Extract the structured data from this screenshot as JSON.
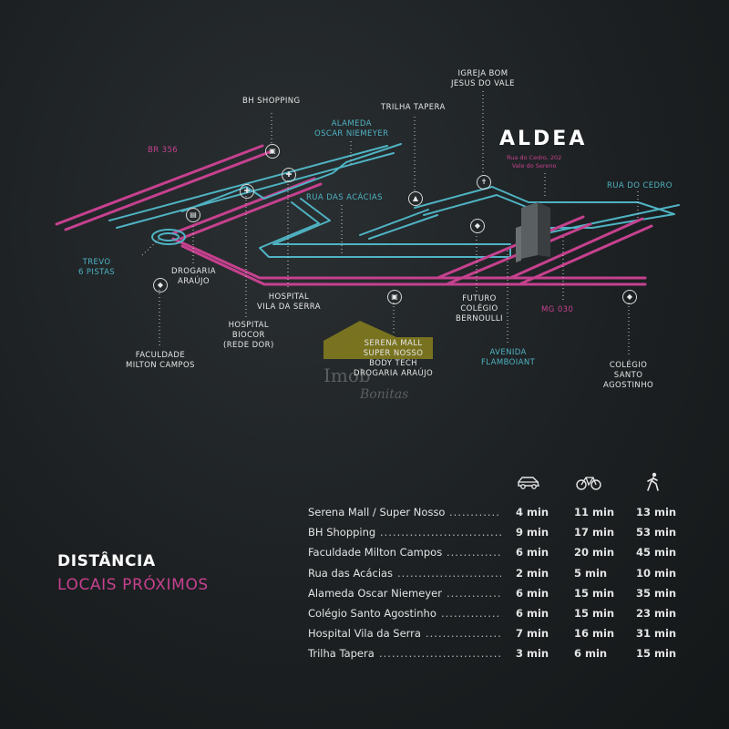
{
  "brand": {
    "name": "ALDEA",
    "address_line1": "Rua do Cedro, 202",
    "address_line2": "Vale do Sereno"
  },
  "map_labels": {
    "bh_shopping": "BH SHOPPING",
    "igreja_line1": "IGREJA BOM",
    "igreja_line2": "JESUS DO VALE",
    "trilha_tapera": "TRILHA TAPERA",
    "alameda_line1": "ALAMEDA",
    "alameda_line2": "OSCAR NIEMEYER",
    "br356": "BR 356",
    "rua_acacias": "RUA DAS ACÁCIAS",
    "rua_cedro": "RUA DO CEDRO",
    "trevo_line1": "TREVO",
    "trevo_line2": "6 PISTAS",
    "drogaria_line1": "DROGARIA",
    "drogaria_line2": "ARAÚJO",
    "hosp_vila_line1": "HOSPITAL",
    "hosp_vila_line2": "VILA DA SERRA",
    "futuro_line1": "FUTURO",
    "futuro_line2": "COLÉGIO",
    "futuro_line3": "BERNOULLI",
    "mg030": "MG 030",
    "hosp_biocor_line1": "HOSPITAL",
    "hosp_biocor_line2": "BIOCOR",
    "hosp_biocor_line3": "(REDE DOR)",
    "faculdade_line1": "FACULDADE",
    "faculdade_line2": "MILTON CAMPOS",
    "serena_line1": "SERENA MALL",
    "serena_line2": "SUPER NOSSO",
    "serena_line3": "BODY TECH",
    "serena_line4": "DROGARIA ARAÚJO",
    "avenida_line1": "AVENIDA",
    "avenida_line2": "FLAMBOIANT",
    "colegio_line1": "COLÉGIO",
    "colegio_line2": "SANTO",
    "colegio_line3": "AGOSTINHO"
  },
  "watermark": {
    "line1": "Imob",
    "line2": "Bonitas"
  },
  "section": {
    "title": "DISTÂNCIA",
    "subtitle": "LOCAIS PRÓXIMOS"
  },
  "modes": [
    {
      "icon": "car-icon"
    },
    {
      "icon": "bicycle-icon"
    },
    {
      "icon": "walking-icon"
    }
  ],
  "distances": [
    {
      "place": "Serena Mall / Super Nosso",
      "dots": "..............",
      "car": "4 min",
      "bike": "11 min",
      "walk": "13 min"
    },
    {
      "place": "BH Shopping",
      "dots": "......................................",
      "car": "9 min",
      "bike": "17 min",
      "walk": "53 min"
    },
    {
      "place": "Faculdade Milton Campos",
      "dots": "..............",
      "car": "6 min",
      "bike": "20 min",
      "walk": "45 min"
    },
    {
      "place": "Rua das Acácias",
      "dots": ".................................",
      "car": "2 min",
      "bike": "5 min",
      "walk": "10 min"
    },
    {
      "place": "Alameda Oscar Niemeyer",
      "dots": "...............",
      "car": "6 min",
      "bike": "15 min",
      "walk": "35 min"
    },
    {
      "place": "Colégio Santo Agostinho",
      "dots": "..............",
      "car": "6 min",
      "bike": "15 min",
      "walk": "23 min"
    },
    {
      "place": "Hospital Vila da Serra",
      "dots": ".......................",
      "car": "7 min",
      "bike": "16 min",
      "walk": "31 min"
    },
    {
      "place": "Trilha Tapera",
      "dots": "........................................",
      "car": "3 min",
      "bike": "6 min",
      "walk": "15 min"
    }
  ],
  "colors": {
    "pink": "#c6418f",
    "teal": "#4fb3c4",
    "background": "#1c2022"
  }
}
